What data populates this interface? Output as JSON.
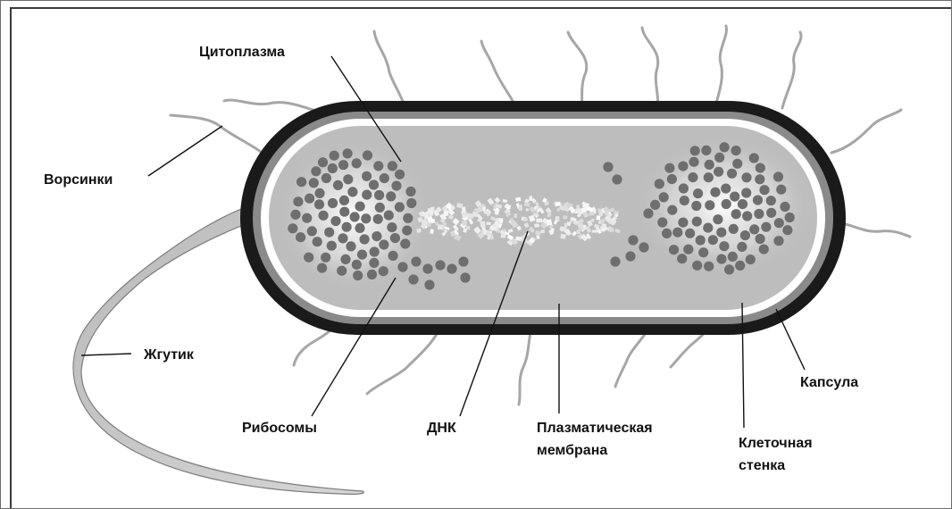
{
  "labels": {
    "cytoplasm": "Цитоплазма",
    "pili": "Ворсинки",
    "flagellum": "Жгутик",
    "ribosomes": "Рибосомы",
    "dna": "ДНК",
    "plasma_membrane_1": "Плазматическая",
    "plasma_membrane_2": "мембрана",
    "cell_wall_1": "Клеточная",
    "cell_wall_2": "стенка",
    "capsule": "Капсула"
  },
  "colors": {
    "capsule": "#1a1a1a",
    "cell_wall": "#8a8a8a",
    "membrane": "#ffffff",
    "cytoplasm": "#bdbdbd",
    "ribosome": "#6e6e6e",
    "pili": "#a6a6a6",
    "flagellum": "#c2c2c2"
  }
}
